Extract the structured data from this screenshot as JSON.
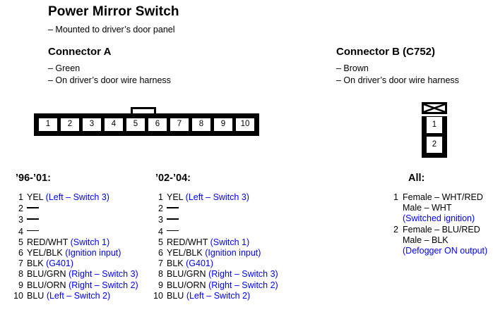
{
  "title": "Power Mirror Switch",
  "subtitle": "– Mounted to driver’s door panel",
  "connector_a": {
    "heading": "Connector A",
    "lines": [
      "– Green",
      "– On driver’s door wire harness"
    ],
    "pins": [
      "1",
      "2",
      "3",
      "4",
      "5",
      "6",
      "7",
      "8",
      "9",
      "10"
    ]
  },
  "connector_b": {
    "heading": "Connector B (C752)",
    "lines": [
      "– Brown",
      "– On driver’s door wire harness"
    ],
    "pins": [
      "1",
      "2"
    ]
  },
  "columns": [
    {
      "heading": "’96-’01:",
      "rows": [
        {
          "num": "1",
          "wire": "YEL",
          "note": "(Left – Switch 3)"
        },
        {
          "num": "2",
          "wire": "—",
          "note": ""
        },
        {
          "num": "3",
          "wire": "—",
          "note": ""
        },
        {
          "num": "4",
          "wire": "—",
          "note": ""
        },
        {
          "num": "5",
          "wire": "RED/WHT",
          "note": "(Switch 1)"
        },
        {
          "num": "6",
          "wire": "YEL/BLK",
          "note": "(Ignition input)"
        },
        {
          "num": "7",
          "wire": "BLK",
          "note": "(G401)"
        },
        {
          "num": "8",
          "wire": "BLU/GRN",
          "note": "(Right – Switch 3)"
        },
        {
          "num": "9",
          "wire": "BLU/ORN",
          "note": "(Right – Switch 2)"
        },
        {
          "num": "10",
          "wire": "BLU",
          "note": "(Left – Switch 2)"
        }
      ]
    },
    {
      "heading": "’02-’04:",
      "rows": [
        {
          "num": "1",
          "wire": "YEL",
          "note": "(Left – Switch 3)"
        },
        {
          "num": "2",
          "wire": "—",
          "note": ""
        },
        {
          "num": "3",
          "wire": "—",
          "note": ""
        },
        {
          "num": "4",
          "wire": "—",
          "note": ""
        },
        {
          "num": "5",
          "wire": "RED/WHT",
          "note": "(Switch 1)"
        },
        {
          "num": "6",
          "wire": "YEL/BLK",
          "note": "(Ignition input)"
        },
        {
          "num": "7",
          "wire": "BLK",
          "note": "(G401)"
        },
        {
          "num": "8",
          "wire": "BLU/GRN",
          "note": "(Right – Switch 3)"
        },
        {
          "num": "9",
          "wire": "BLU/ORN",
          "note": "(Right – Switch 2)"
        },
        {
          "num": "10",
          "wire": "BLU",
          "note": "(Left – Switch 2)"
        }
      ]
    }
  ],
  "column_b": {
    "heading": "All:",
    "rows": [
      {
        "num": "1",
        "female": "Female – WHT/RED",
        "male": "Male – WHT",
        "note": "(Switched ignition)"
      },
      {
        "num": "2",
        "female": "Female – BLU/RED",
        "male": "Male – BLK",
        "note": "(Defogger ON output)"
      }
    ]
  },
  "colors": {
    "text": "#000000",
    "note": "#0000ff",
    "background": "#ffffff"
  }
}
